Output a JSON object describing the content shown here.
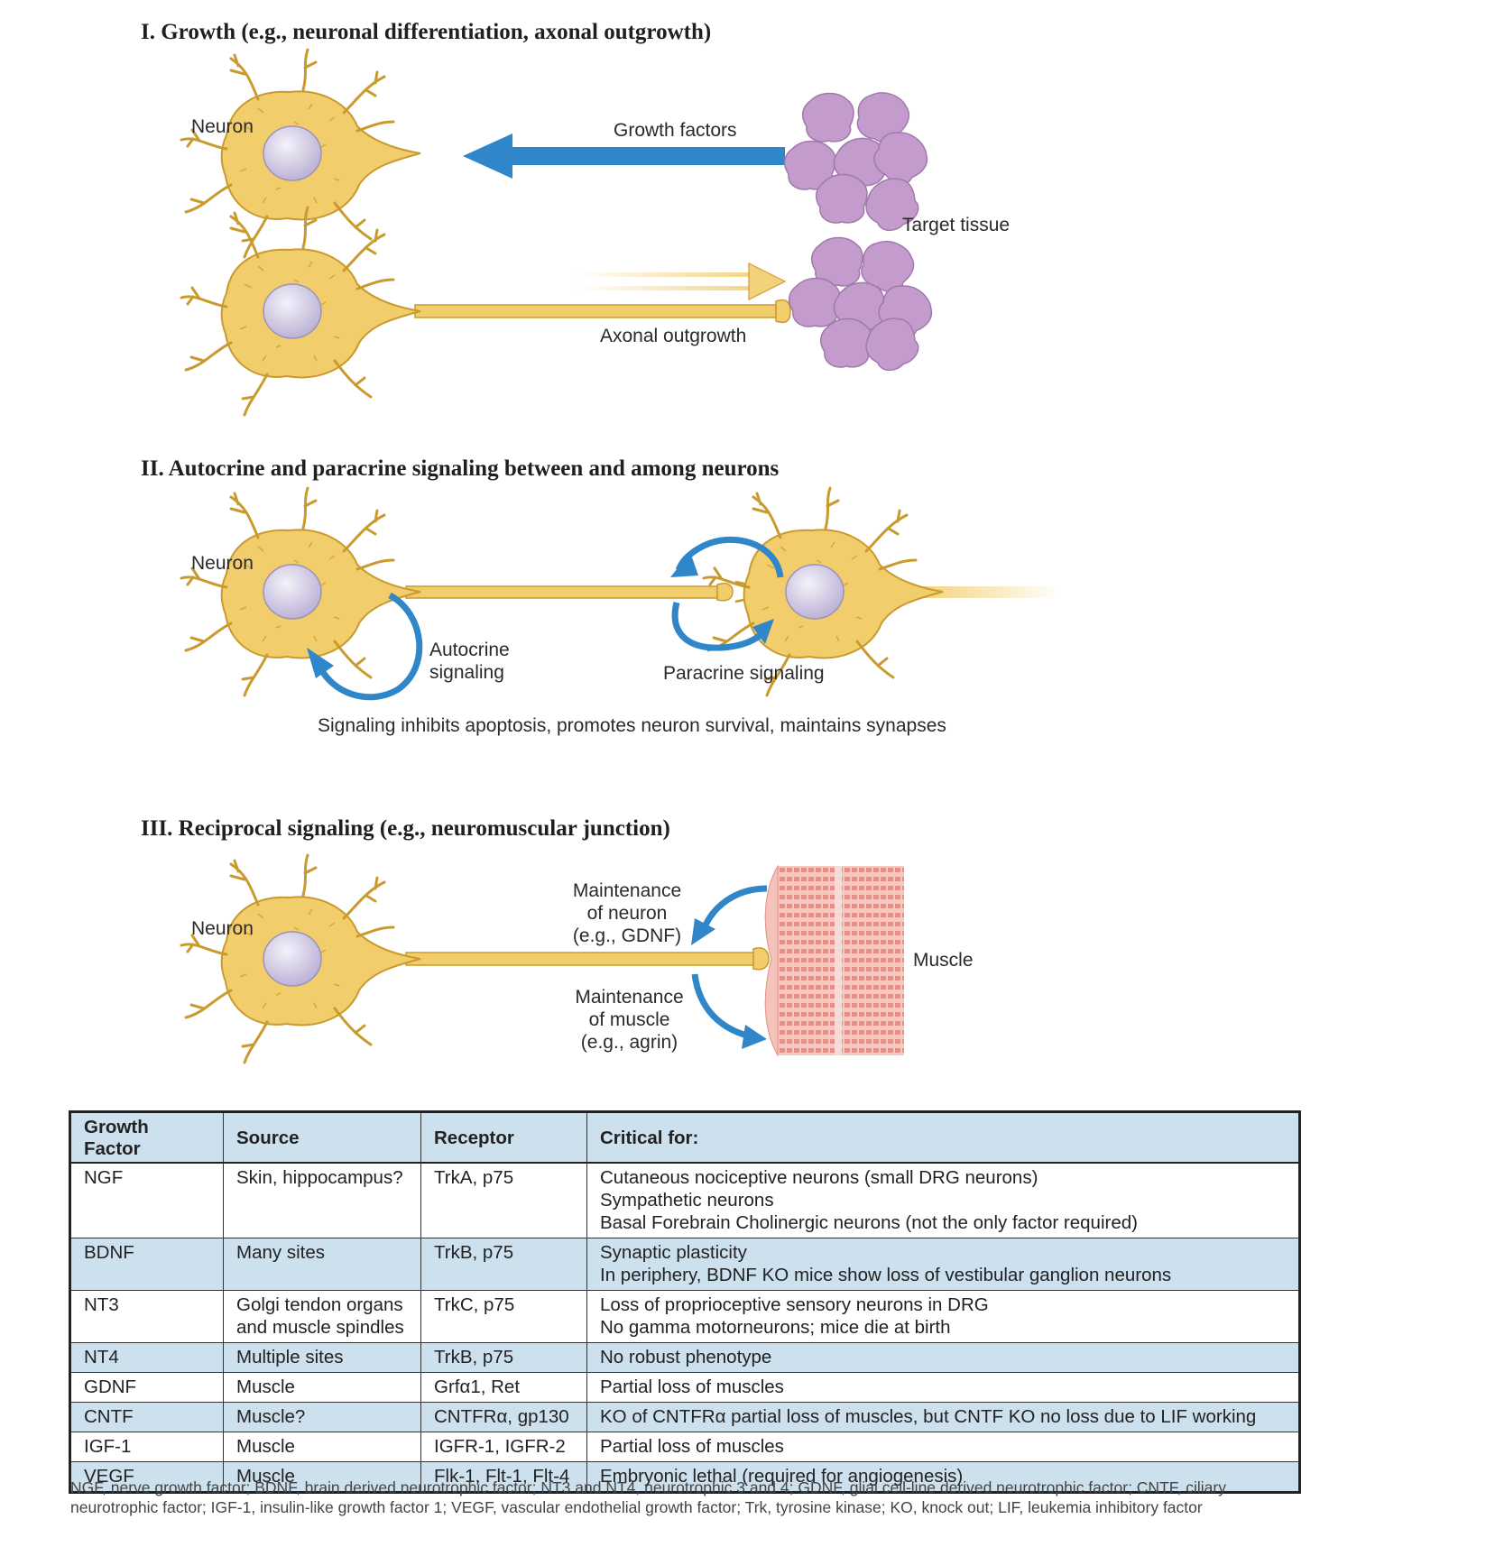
{
  "sections": [
    {
      "title": "I. Growth (e.g., neuronal differentiation, axonal outgrowth)"
    },
    {
      "title": "II. Autocrine and paracrine signaling between and among neurons"
    },
    {
      "title": "III. Reciprocal signaling (e.g., neuromuscular junction)"
    }
  ],
  "labels": {
    "neuron_1": "Neuron",
    "growth_factors": "Growth factors",
    "target_tissue": "Target tissue",
    "axonal_outgrowth": "Axonal outgrowth",
    "neuron_2": "Neuron",
    "autocrine_line1": "Autocrine",
    "autocrine_line2": "signaling",
    "paracrine": "Paracrine signaling",
    "signaling_note": "Signaling inhibits apoptosis, promotes neuron survival, maintains synapses",
    "neuron_3": "Neuron",
    "maint_neuron_1": "Maintenance",
    "maint_neuron_2": "of neuron",
    "maint_neuron_3": "(e.g., GDNF)",
    "maint_muscle_1": "Maintenance",
    "maint_muscle_2": "of muscle",
    "maint_muscle_3": "(e.g., agrin)",
    "muscle": "Muscle"
  },
  "colors": {
    "neuron_fill": "#f2cd6b",
    "neuron_edge": "#c99a2e",
    "nucleus": "#d8d2e6",
    "tissue": "#c39bcc",
    "signal_arrow": "#2f86c8",
    "outgrowth_arrow": "#f4d27c",
    "muscle": "#e8958f",
    "table_shade": "#cde0ee"
  },
  "table": {
    "headers": [
      "Growth Factor",
      "Source",
      "Receptor",
      "Critical for:"
    ],
    "rows": [
      {
        "factor": "NGF",
        "source": [
          "Skin, hippocampus?"
        ],
        "receptor": "TrkA, p75",
        "critical": [
          "Cutaneous nociceptive neurons (small DRG neurons)",
          "Sympathetic neurons",
          "Basal Forebrain Cholinergic neurons (not the only factor required)"
        ]
      },
      {
        "factor": "BDNF",
        "source": [
          "Many sites"
        ],
        "receptor": "TrkB, p75",
        "critical": [
          "Synaptic plasticity",
          "In periphery, BDNF KO mice show loss of vestibular ganglion neurons"
        ]
      },
      {
        "factor": "NT3",
        "source": [
          "Golgi tendon organs",
          "and muscle spindles"
        ],
        "receptor": "TrkC, p75",
        "critical": [
          "Loss of proprioceptive sensory neurons in DRG",
          "No gamma motorneurons; mice die at birth"
        ]
      },
      {
        "factor": "NT4",
        "source": [
          "Multiple sites"
        ],
        "receptor": "TrkB, p75",
        "critical": [
          "No robust phenotype"
        ]
      },
      {
        "factor": "GDNF",
        "source": [
          "Muscle"
        ],
        "receptor": "Grfα1, Ret",
        "critical": [
          "Partial loss of muscles"
        ]
      },
      {
        "factor": "CNTF",
        "source": [
          "Muscle?"
        ],
        "receptor": "CNTFRα, gp130",
        "critical": [
          "KO of CNTFRα partial loss of muscles, but CNTF KO no loss due to LIF working"
        ]
      },
      {
        "factor": "IGF-1",
        "source": [
          "Muscle"
        ],
        "receptor": "IGFR-1, IGFR-2",
        "critical": [
          "Partial loss of muscles"
        ]
      },
      {
        "factor": "VEGF",
        "source": [
          "Muscle"
        ],
        "receptor": "Flk-1, Flt-1, Flt-4",
        "critical": [
          "Embryonic lethal (required for angiogenesis)"
        ]
      }
    ]
  },
  "footnote": "NGF, nerve growth factor; BDNF, brain derived neurotrophic factor; NT3 and NT4, neurotrophic 3 and 4; GDNF, glial cell-line derived neurotrophic factor; CNTF, ciliary neurotrophic factor; IGF-1, insulin-like growth factor 1; VEGF, vascular endothelial growth factor; Trk, tyrosine kinase; KO, knock out; LIF, leukemia inhibitory factor"
}
